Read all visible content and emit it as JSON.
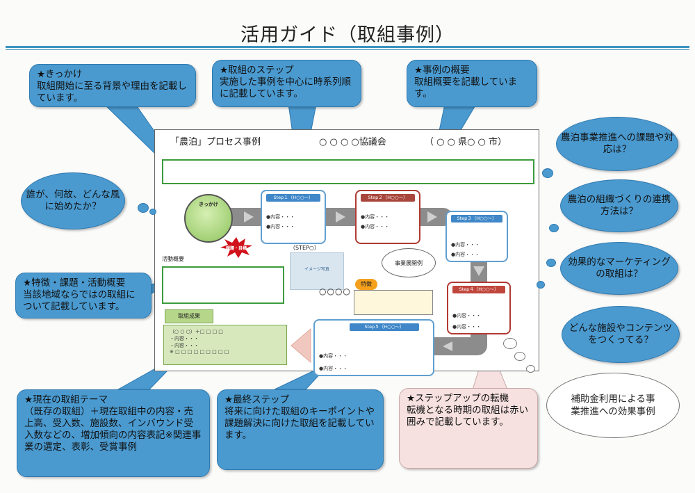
{
  "title": "活用ガイド（取組事例）",
  "colors": {
    "callout_blue": "#4a9ad0",
    "rule_blue": "#3d93c0",
    "pink_callout": "#f6e1e0",
    "green_border": "#3c9b3c"
  },
  "callouts": {
    "kikkake": {
      "heading": "★きっかけ",
      "body": "取組開始に至る背景や理由を記載しています。"
    },
    "steps": {
      "heading": "★取組のステップ",
      "body": "実施した事例を中心に時系列順に記載しています。"
    },
    "overview": {
      "heading": "★事例の概要",
      "body": "取組概要を記載しています。"
    },
    "features": {
      "heading": "★特徴・課題・活動概要",
      "body": "当該地域ならではの取組について記載しています。"
    },
    "current": {
      "heading": "★現在の取組テーマ",
      "body": "（既存の取組）＋現在取組中の内容・売上高、受入数、施設数、インバウンド受入数などの、増加傾向の内容表記※関連事業の選定、表彰、受賞事例"
    },
    "final": {
      "heading": "★最終ステップ",
      "body": "将来に向けた取組のキーポイントや課題解決に向けた取組を記載しています。"
    },
    "stepup": {
      "heading": "★ステップアップの転機",
      "body": "転機となる時期の取組は赤い囲みで記載しています。"
    }
  },
  "clouds": {
    "left": "誰が、何故、どんな風に始めたか？",
    "r1": "農泊事業推進への課題や対応は？",
    "r2": "農泊の組織づくりの連携方法は？",
    "r3": "効果的なマーケティングの取組は？",
    "r4": "どんな施設やコンテンツをつくってる？",
    "white": "補助金利用による事業推進への効果事例"
  },
  "doc": {
    "case_title": "「農泊」プロセス事例",
    "council": "○ ○ ○ ○協議会",
    "region": "（ ○ ○ 県○ ○ 市）",
    "kikkake_label": "きっかけ",
    "burst_label": "課題・目標",
    "step_marker": "（STEP○）",
    "activity_label": "活動概要",
    "results_label": "取組成果",
    "image_label": "イメージ写真",
    "example_label": "事業展開例",
    "feature_label": "特徴",
    "dots": "○○○○",
    "results_lines": [
      "（○ ○ ○）＋□ □ □ □",
      "・内容・・・",
      "・内容・・・",
      "※ □ □ □ □ □ □ □ □ □"
    ],
    "steps": [
      {
        "label": "Step１（H○○～）",
        "lines": [
          "●内容・・・",
          "●内容・・・"
        ]
      },
      {
        "label": "Step２（H○○～）",
        "lines": [
          "●内容・・・",
          "●内容・・・"
        ]
      },
      {
        "label": "Step３（H○○～）",
        "lines": [
          "●内容・・・",
          "●内容・・・"
        ]
      },
      {
        "label": "Step４（H○○～）",
        "lines": [
          "●内容・・・",
          "●内容・・・"
        ]
      },
      {
        "label": "Step５（H○○～）",
        "lines": [
          "●内容・・・",
          "●内容・・・"
        ]
      }
    ]
  }
}
